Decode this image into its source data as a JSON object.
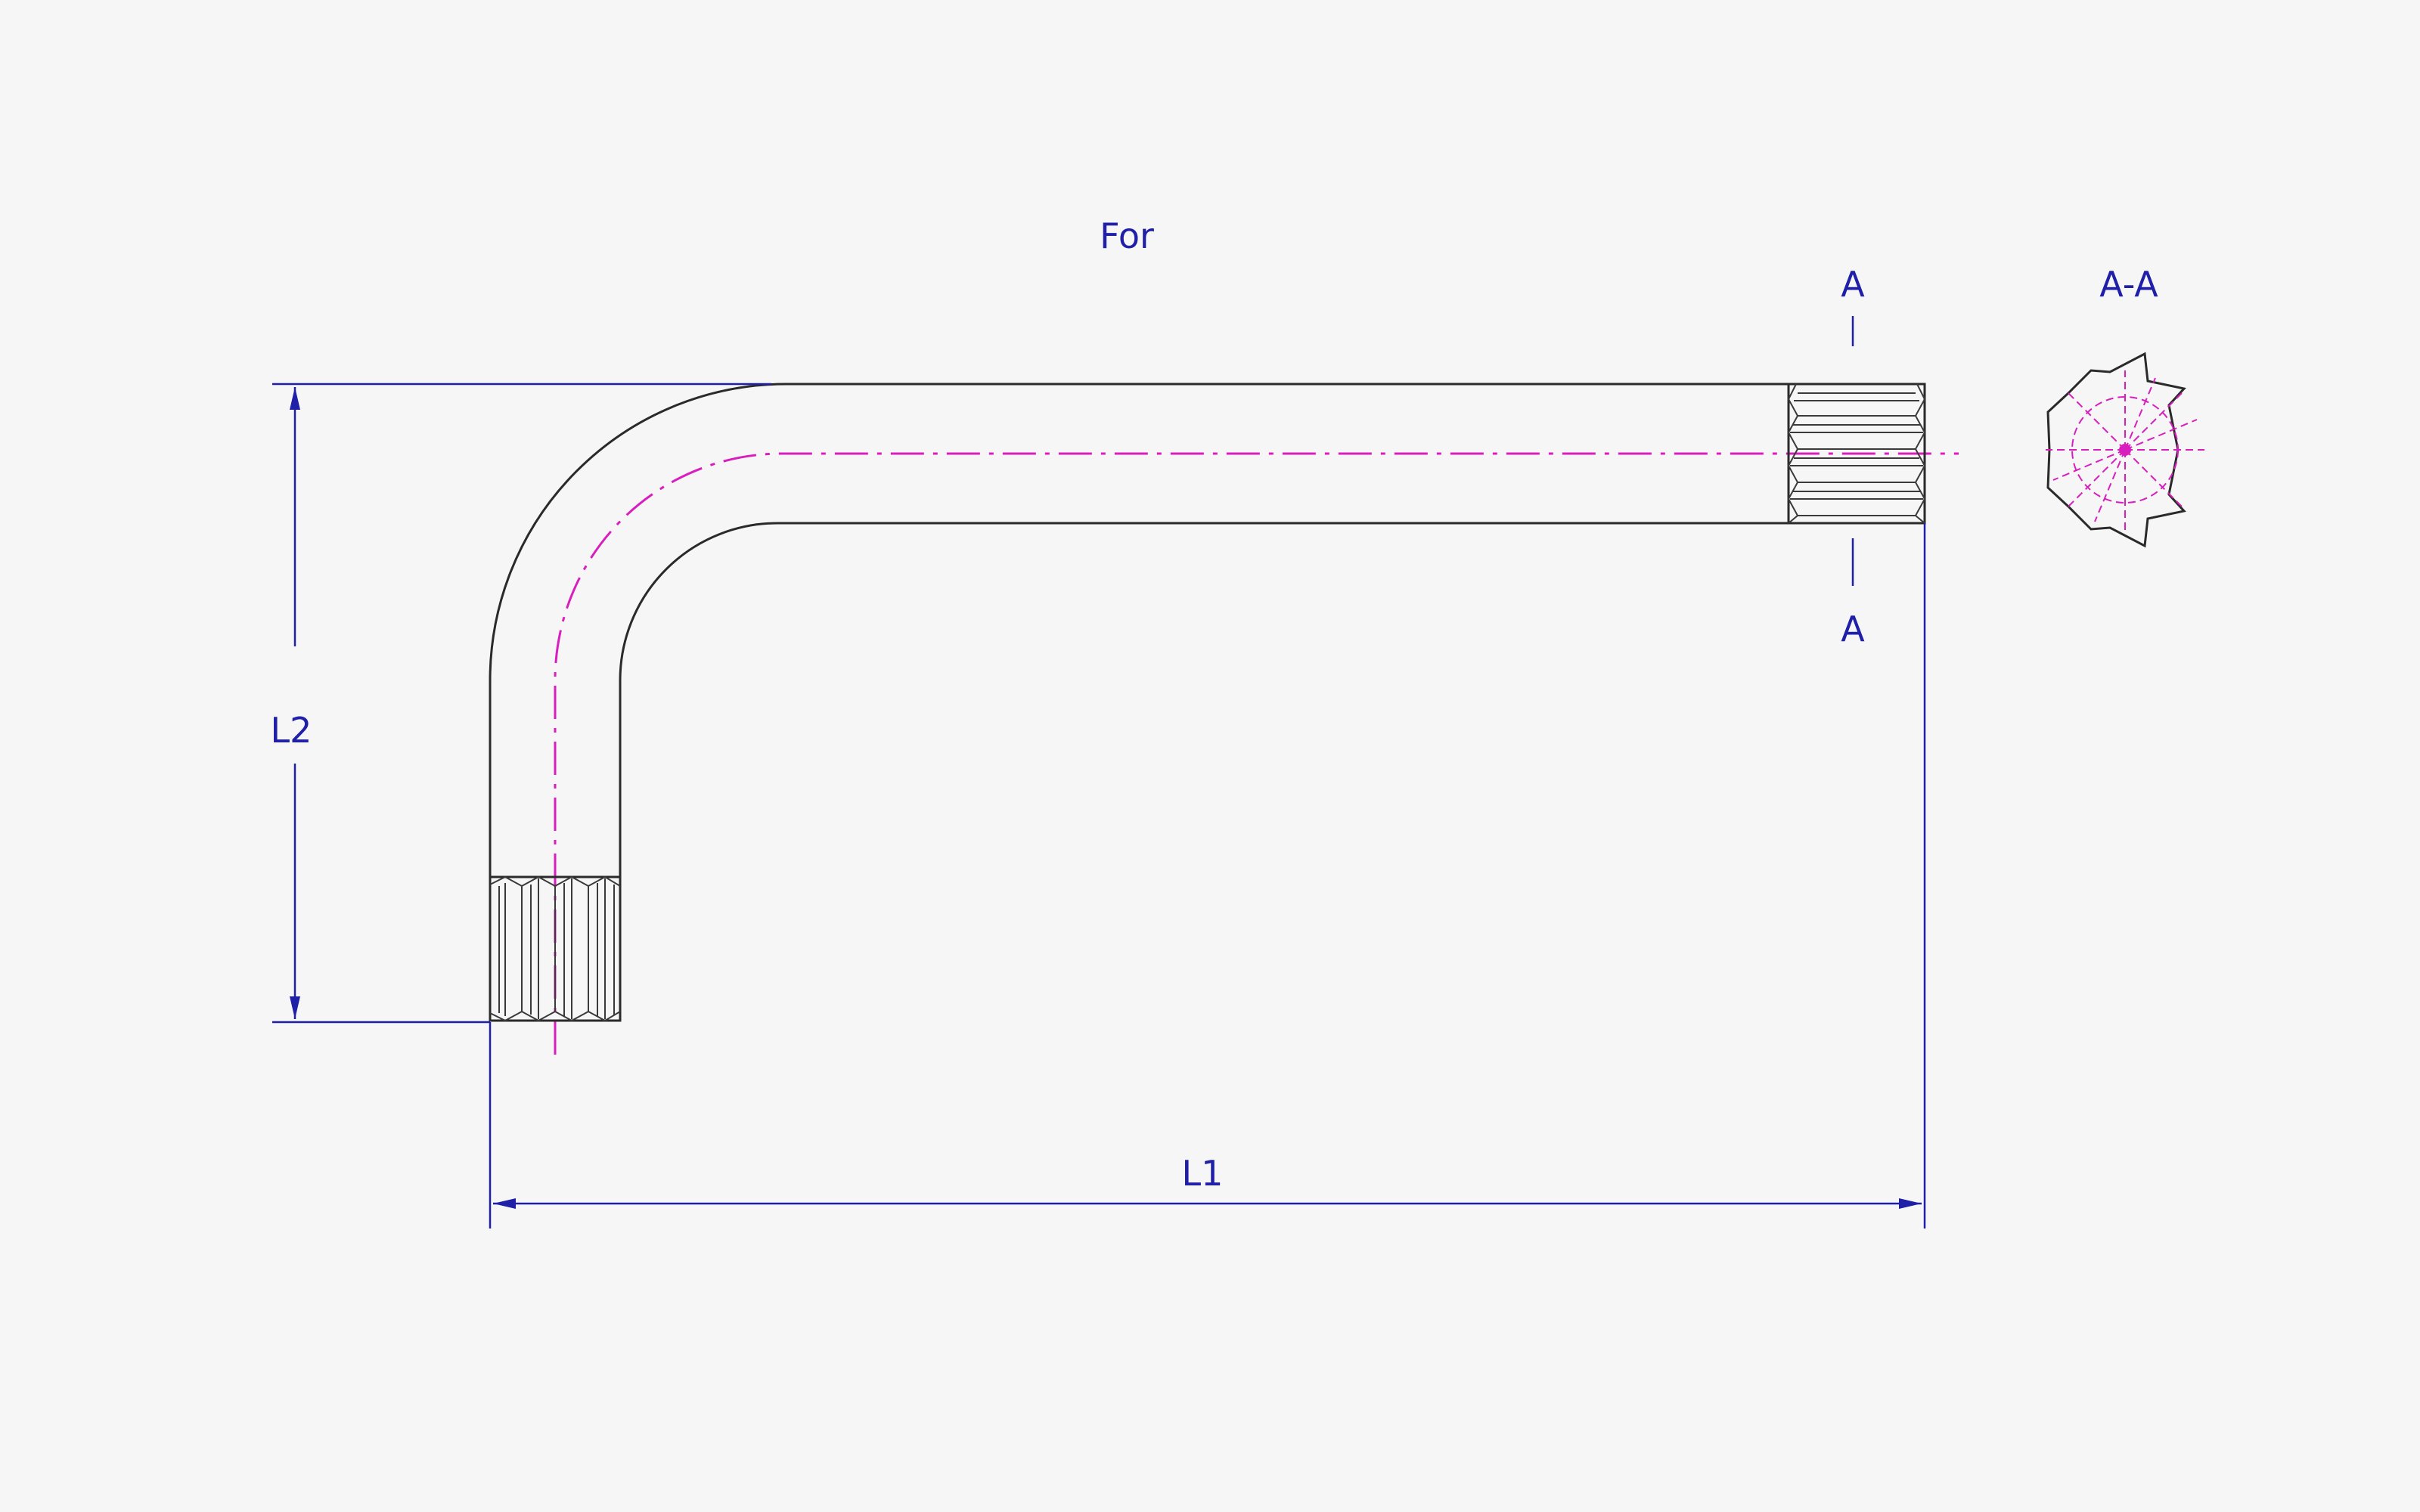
{
  "colors": {
    "background": "#f6f6f7",
    "dimension": "#1f1fa8",
    "centerline": "#d81fbe",
    "outline": "#2a2a2a"
  },
  "labels": {
    "title": "For",
    "section_top": "A",
    "section_bottom": "A",
    "section_view": "A-A",
    "dim_l1": "L1",
    "dim_l2": "L2"
  }
}
